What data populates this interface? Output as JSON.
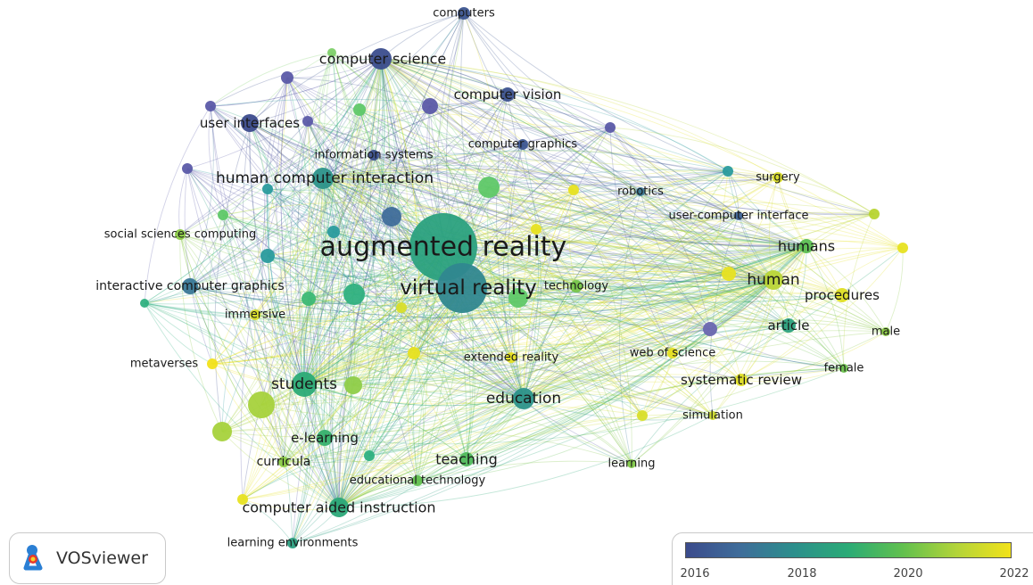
{
  "nodes": [
    {
      "label": "augmented reality",
      "year": 2019.2
    },
    {
      "label": "virtual reality",
      "year": 2018.2
    },
    {
      "label": "computers",
      "year": 2016.2
    },
    {
      "label": "computer science",
      "year": 2015.9
    },
    {
      "label": "computer vision",
      "year": 2016.1
    },
    {
      "label": "user interfaces",
      "year": 2015.8
    },
    {
      "label": "information systems",
      "year": 2016.0
    },
    {
      "label": "computer graphics",
      "year": 2016.2
    },
    {
      "label": "human computer interaction",
      "year": 2018.6
    },
    {
      "label": "robotics",
      "year": 2017.6
    },
    {
      "label": "surgery",
      "year": 2021.9
    },
    {
      "label": "user-computer interface",
      "year": 2016.8
    },
    {
      "label": "social sciences computing",
      "year": 2020.9
    },
    {
      "label": "humans",
      "year": 2020.4
    },
    {
      "label": "human",
      "year": 2021.4
    },
    {
      "label": "procedures",
      "year": 2022.0
    },
    {
      "label": "interactive computer graphics",
      "year": 2017.6
    },
    {
      "label": "technology",
      "year": 2020.7
    },
    {
      "label": "immersive",
      "year": 2021.9
    },
    {
      "label": "article",
      "year": 2019.2
    },
    {
      "label": "male",
      "year": 2020.9
    },
    {
      "label": "web of science",
      "year": 2022.1
    },
    {
      "label": "extended reality",
      "year": 2022.1
    },
    {
      "label": "metaverses",
      "year": 2022.3
    },
    {
      "label": "female",
      "year": 2020.6
    },
    {
      "label": "systematic review",
      "year": 2022.0
    },
    {
      "label": "students",
      "year": 2019.6
    },
    {
      "label": "education",
      "year": 2018.6
    },
    {
      "label": "simulation",
      "year": 2021.7
    },
    {
      "label": "e-learning",
      "year": 2019.8
    },
    {
      "label": "curricula",
      "year": 2020.9
    },
    {
      "label": "teaching",
      "year": 2020.2
    },
    {
      "label": "learning",
      "year": 2020.8
    },
    {
      "label": "educational technology",
      "year": 2020.5
    },
    {
      "label": "computer aided instruction",
      "year": 2019.5
    },
    {
      "label": "learning environments",
      "year": 2019.1
    }
  ],
  "logo": {
    "text": "VOSviewer"
  },
  "legend": {
    "colors": [
      "#3b4b8c",
      "#2c8f8c",
      "#2bab76",
      "#b3d43a",
      "#f2e21a"
    ],
    "ticks": [
      "2016",
      "2018",
      "2020",
      "2022"
    ]
  }
}
